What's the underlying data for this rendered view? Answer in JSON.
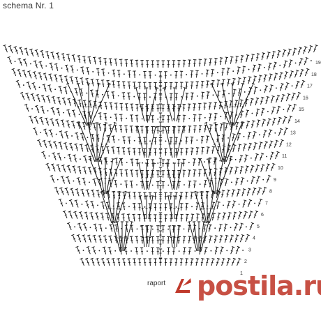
{
  "diagram": {
    "title": "schema Nr. 1",
    "footer_label": "raport",
    "right_row_numbers": [
      "1",
      "2",
      "3",
      "4",
      "5",
      "6",
      "7",
      "8",
      "9",
      "10",
      "11",
      "12",
      "13",
      "14",
      "15",
      "16",
      "17",
      "18",
      "19"
    ],
    "ink_color": "#1a1a1a",
    "watermark": {
      "text": "postila.ru",
      "color": "#c0392b",
      "logo_icon": "ribbon-arrow-logo"
    }
  }
}
